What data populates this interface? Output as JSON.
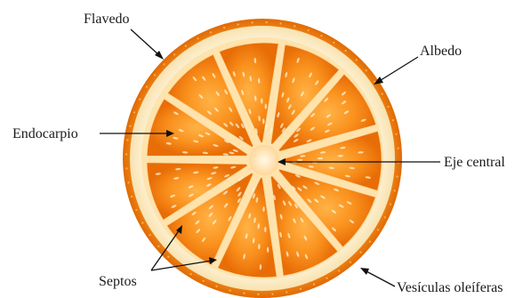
{
  "labels": {
    "flavedo": "Flavedo",
    "albedo": "Albedo",
    "endocarpio": "Endocarpio",
    "eje_central": "Eje central",
    "septos": "Septos",
    "vesiculas": "Vesículas oleíferas"
  },
  "colors": {
    "peel": "#f07d12",
    "albedo": "#fcefc9",
    "pulp": "#f98e1c",
    "pulp_dark": "#e86d06",
    "septum": "#ffe7b8",
    "core": "#fff0c8",
    "ink": "#111111"
  },
  "segment_count": 11
}
